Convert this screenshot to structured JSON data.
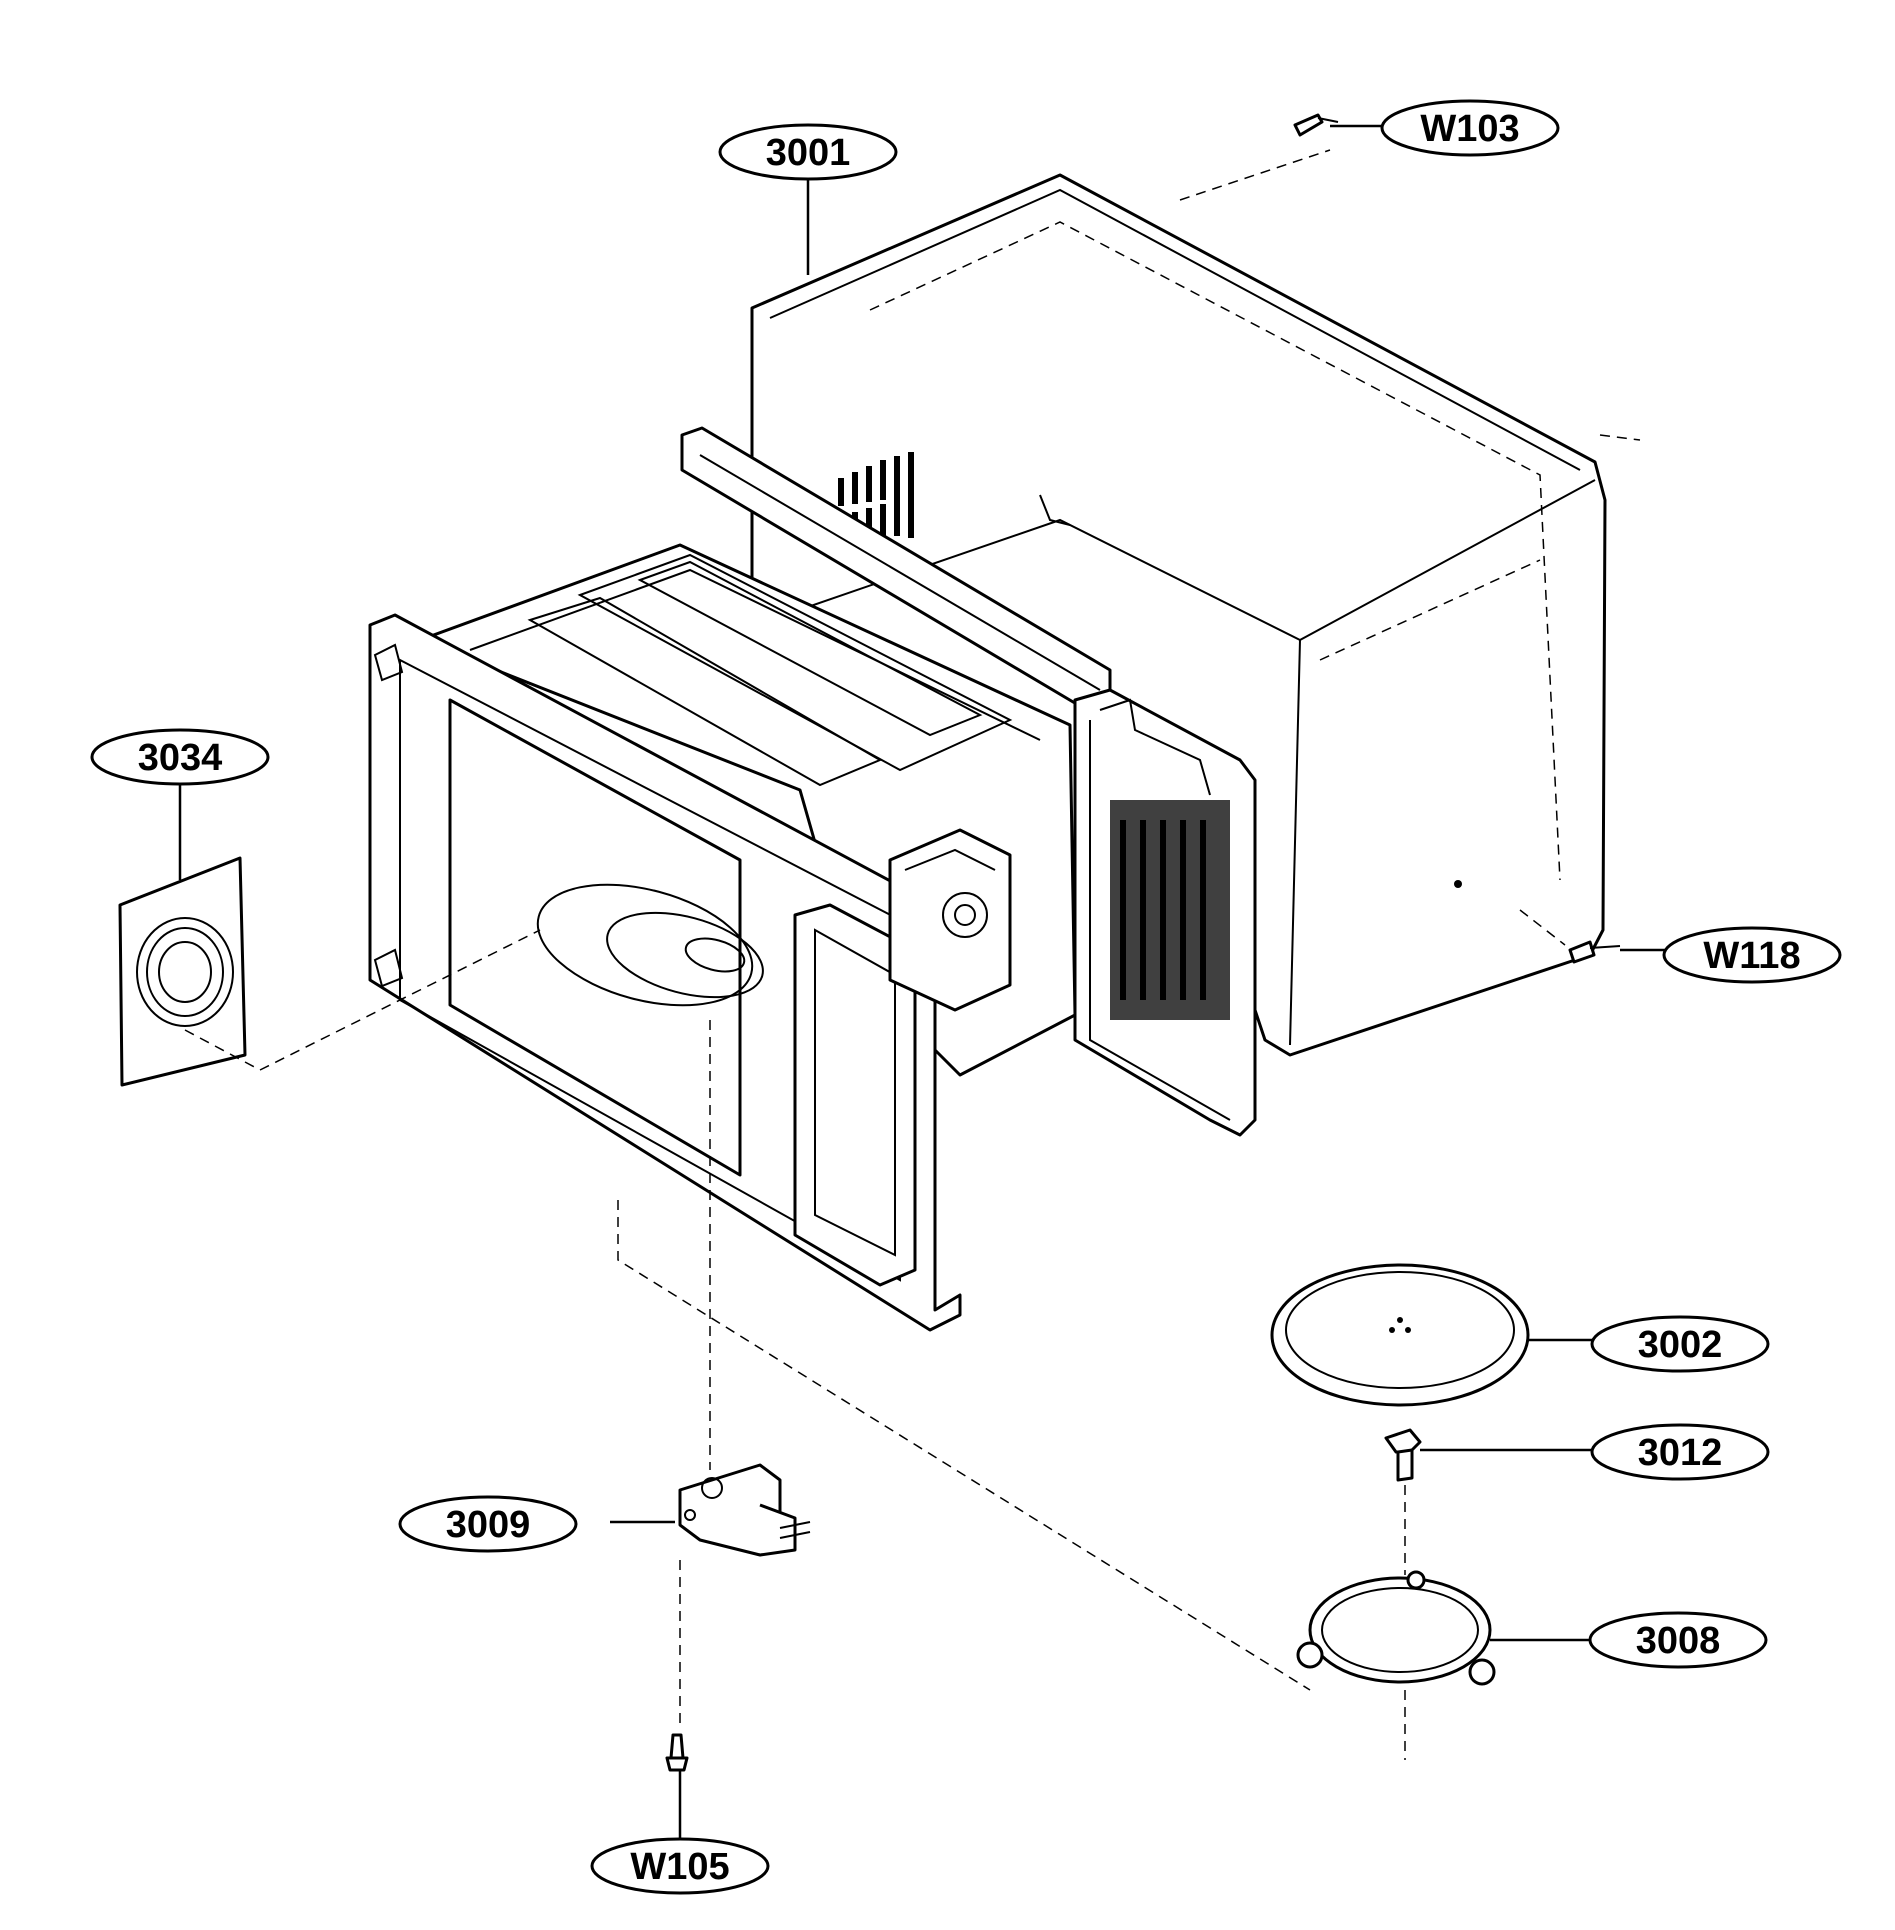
{
  "callouts": {
    "c3001": "3001",
    "cW103": "W103",
    "c3034": "3034",
    "cW118": "W118",
    "c3002": "3002",
    "c3012": "3012",
    "c3009": "3009",
    "c3008": "3008",
    "cW105": "W105"
  }
}
